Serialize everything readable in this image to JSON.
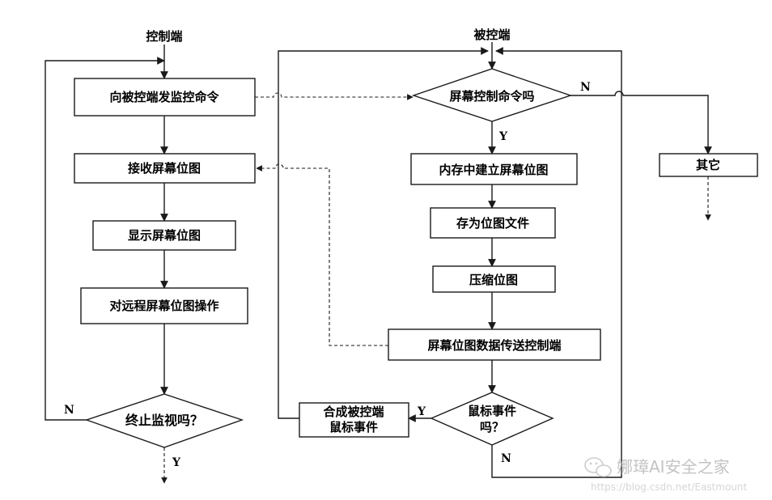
{
  "controller": {
    "header": "控制端",
    "send_monitor_cmd": "向被控端发监控命令",
    "receive_bitmap": "接收屏幕位图",
    "show_bitmap": "显示屏幕位图",
    "operate_remote": "对远程屏幕位图操作",
    "stop_monitor": "终止监视吗？",
    "stop_no": "N",
    "stop_yes": "Y"
  },
  "controlled": {
    "header": "被控端",
    "screen_cmd": "屏幕控制命令吗",
    "screen_cmd_no": "N",
    "screen_cmd_yes": "Y",
    "other": "其它",
    "build_bitmap": "内存中建立屏幕位图",
    "save_bitmap": "存为位图文件",
    "compress": "压缩位图",
    "transmit": "屏幕位图数据传送控制端",
    "mouse_event_q_line1": "鼠标事件",
    "mouse_event_q_line2": "吗？",
    "mouse_yes": "Y",
    "mouse_no": "N",
    "compose_line1": "合成被控端",
    "compose_line2": "鼠标事件"
  },
  "watermark": {
    "brand": "娜璋AI安全之家",
    "url": "https://blog.csdn.net/Eastmount",
    "icon": "wechat-icon"
  }
}
